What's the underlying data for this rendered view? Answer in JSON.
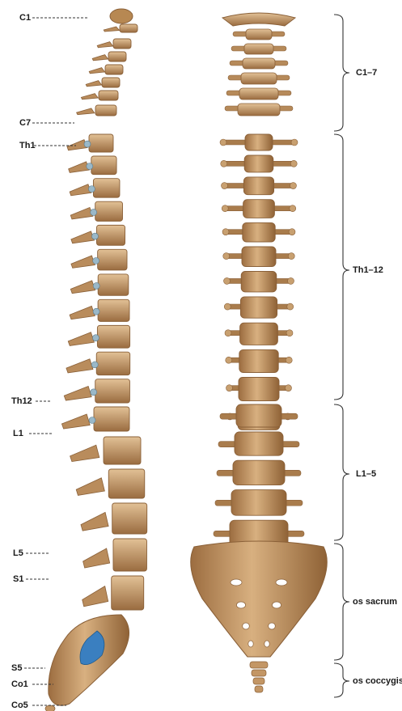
{
  "left_labels": {
    "c1": "C1",
    "c7": "C7",
    "th1": "Th1",
    "th12": "Th12",
    "l1": "L1",
    "l5": "L5",
    "s1": "S1",
    "s5": "S5",
    "co1": "Co1",
    "co5": "Co5"
  },
  "right_labels": {
    "cervical": "C1–7",
    "thoracic": "Th1–12",
    "lumbar": "L1–5",
    "sacrum": "os sacrum",
    "coccyx": "os coccygis"
  },
  "colors": {
    "bone": "#c89a68",
    "bone_dark": "#8a6038",
    "bone_light": "#e4c49a",
    "disc": "#9ab8c8",
    "canal": "#3a7fc0",
    "line": "#333333"
  }
}
